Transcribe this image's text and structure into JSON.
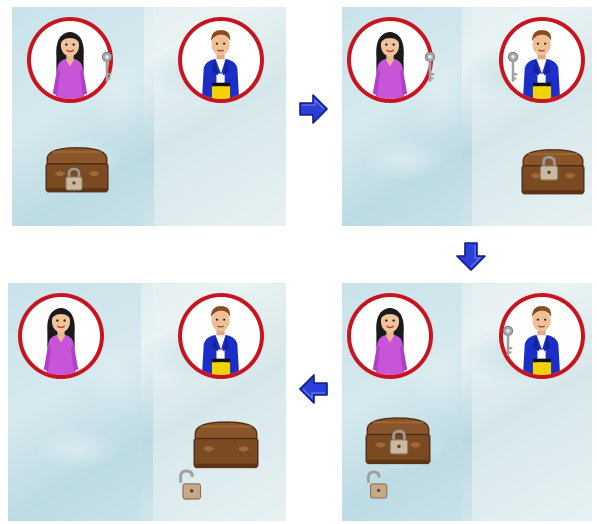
{
  "panels": [
    {
      "id": "step-1",
      "key_holder": "woman",
      "chest_locked": true
    },
    {
      "id": "step-2",
      "key_holder": "both",
      "chest_locked": true
    },
    {
      "id": "step-3",
      "key_holder": "man",
      "chest_locked": true,
      "open_lock": true
    },
    {
      "id": "step-4",
      "key_holder": "none",
      "chest_locked": false,
      "open_lock": true
    }
  ],
  "arrows": [
    {
      "id": "arrow-right",
      "direction": "right"
    },
    {
      "id": "arrow-down",
      "direction": "down"
    },
    {
      "id": "arrow-left",
      "direction": "left"
    }
  ],
  "colors": {
    "ring": "#c8141e",
    "woman_top": "#c855d8",
    "man_jacket": "#1b2fc8",
    "arrow": "#2a3fd6",
    "chest": "#7a4a22",
    "key": "#9a9a9a"
  }
}
